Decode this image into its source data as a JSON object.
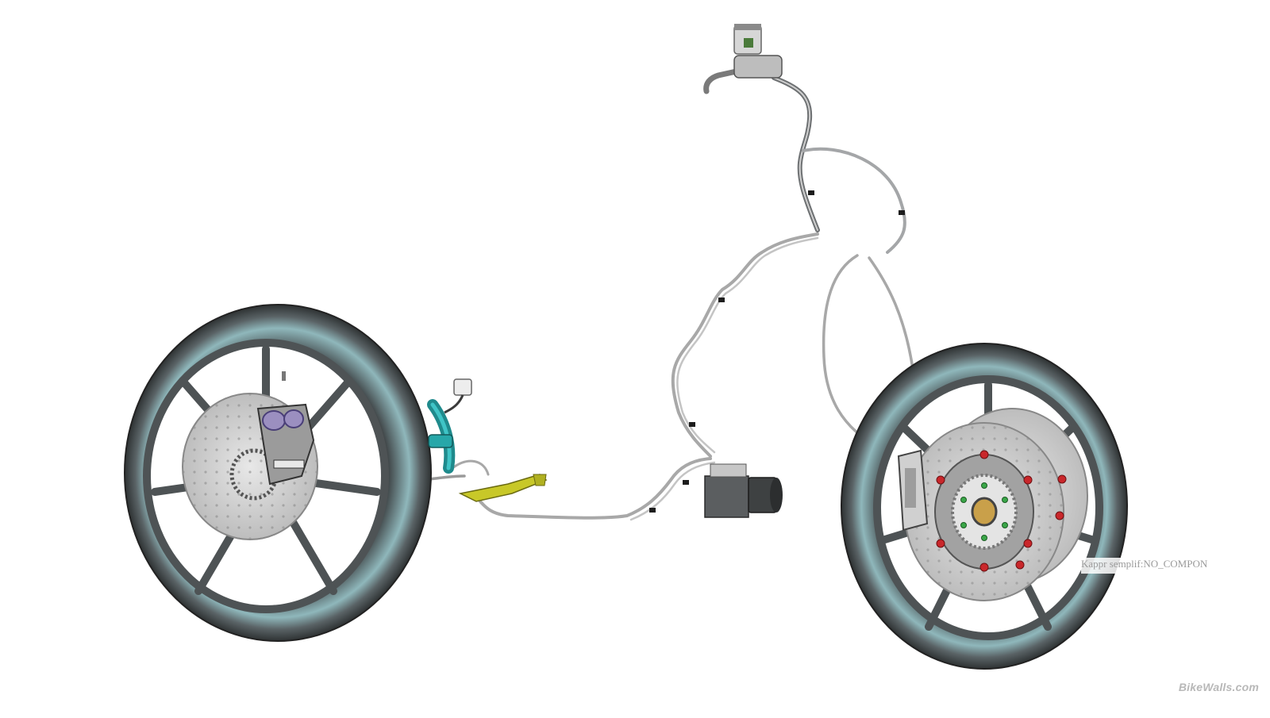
{
  "diagram": {
    "components": [
      "rear-wheel",
      "rear-brake-disc",
      "rear-brake-caliper",
      "rear-master-cylinder",
      "rear-reservoir",
      "rear-brake-pedal",
      "abs-modulator",
      "front-master-cylinder",
      "front-wheel",
      "front-brake-disc",
      "front-brake-caliper"
    ],
    "colors": {
      "tire": "#4a5052",
      "tire_highlight": "#9fc8cc",
      "rim": "#5a5f61",
      "disc": "#d2d2d2",
      "brake_line": "#a8a8a8",
      "master_cylinder_rear": "#27a7a9",
      "pedal": "#c8c828",
      "caliper_rear": "#9b8fc0",
      "bolt_red": "#c9272b",
      "bolt_green": "#3aa648",
      "abs_body": "#5b5e60"
    }
  },
  "labels": {
    "cad_text": "Kappr semplif:NO_COMPON",
    "watermark": "BikeWalls.com"
  }
}
